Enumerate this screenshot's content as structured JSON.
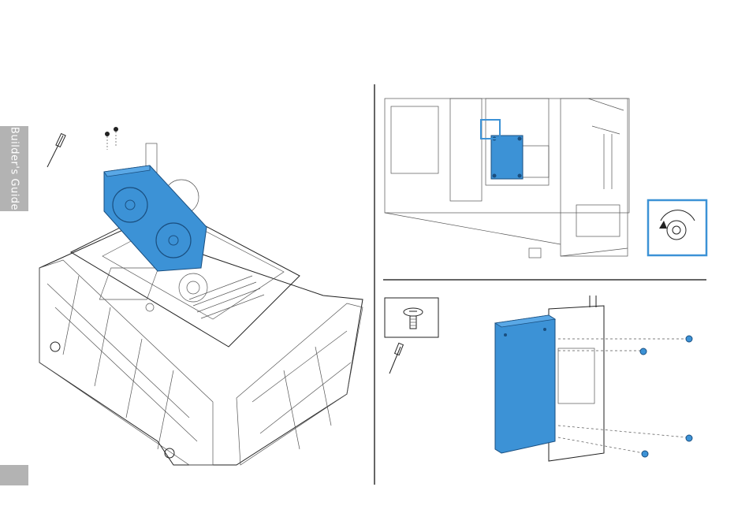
{
  "side_tab": {
    "label": "Builder's Guide"
  },
  "colors": {
    "accent": "#3c92d6",
    "tab_gray": "#b3b3b3",
    "line": "#222222"
  },
  "illustrations": {
    "left": {
      "icons": [
        "screwdriver-icon",
        "screw-icon"
      ],
      "highlight": "graphics-card"
    },
    "top_right": {
      "icons": [
        "callout-screw-icon"
      ],
      "highlight": "mounting-bracket"
    },
    "bottom_right": {
      "icons": [
        "screw-icon",
        "screwdriver-icon"
      ],
      "highlight": "ssd-drive"
    }
  }
}
